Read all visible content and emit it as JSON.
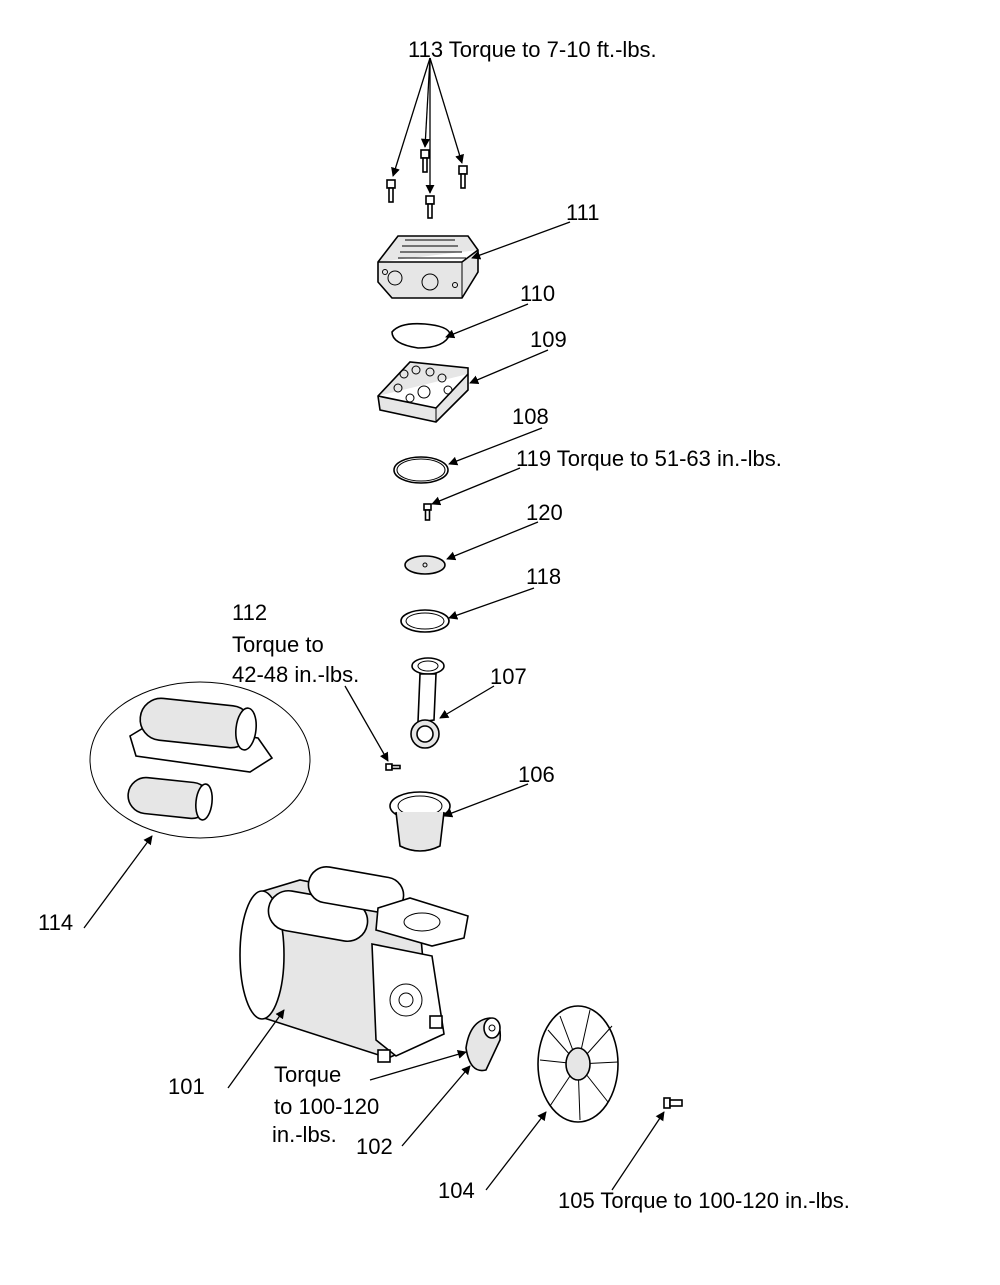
{
  "labels": {
    "l113": "113 Torque to 7-10 ft.-lbs.",
    "l111": "111",
    "l110": "110",
    "l109": "109",
    "l108": "108",
    "l119": "119 Torque to 51-63 in.-lbs.",
    "l120": "120",
    "l118": "118",
    "l112_num": "112",
    "l112_line1": "Torque to",
    "l112_line2": "42-48 in.-lbs.",
    "l107": "107",
    "l106": "106",
    "l114": "114",
    "l101": "101",
    "l102_line1": "Torque",
    "l102_line2": "to 100-120",
    "l102_line3": "in.-lbs.",
    "l102_num": "102",
    "l104": "104",
    "l105": "105 Torque to 100-120 in.-lbs."
  }
}
